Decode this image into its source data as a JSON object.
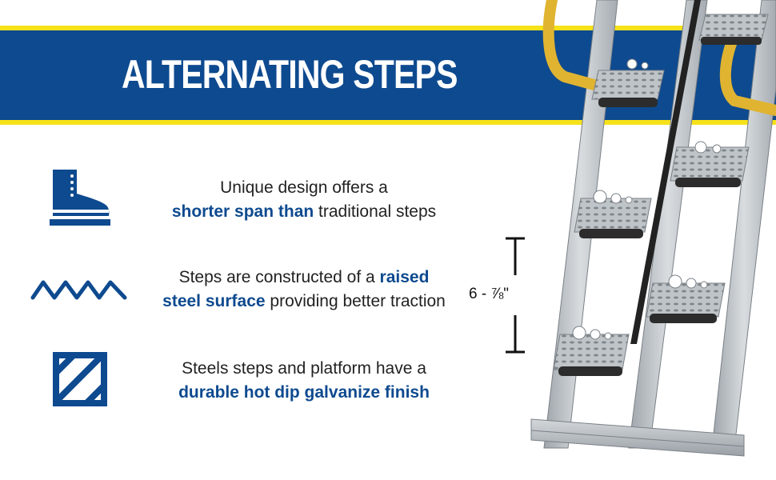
{
  "banner": {
    "title": "ALTERNATING STEPS"
  },
  "features": [
    {
      "icon": "boot-icon",
      "line1": "Unique design offers a",
      "line2_highlight": "shorter span than",
      "line2_rest": " traditional steps"
    },
    {
      "icon": "zigzag-icon",
      "line1_plain": "Steps are constructed of a ",
      "line1_highlight": "raised",
      "line2_highlight": "steel surface",
      "line2_rest": " providing better traction"
    },
    {
      "icon": "hatched-square-icon",
      "line1": "Steels steps and platform have a",
      "line2_highlight": "durable hot dip galvanize finish"
    }
  ],
  "measurement": {
    "label": "6 - ⅞\""
  },
  "colors": {
    "brand_blue": "#0e4a8f",
    "accent_yellow": "#f6e21a",
    "rail_yellow": "#e0b431",
    "steel": "#c3c8cd"
  }
}
